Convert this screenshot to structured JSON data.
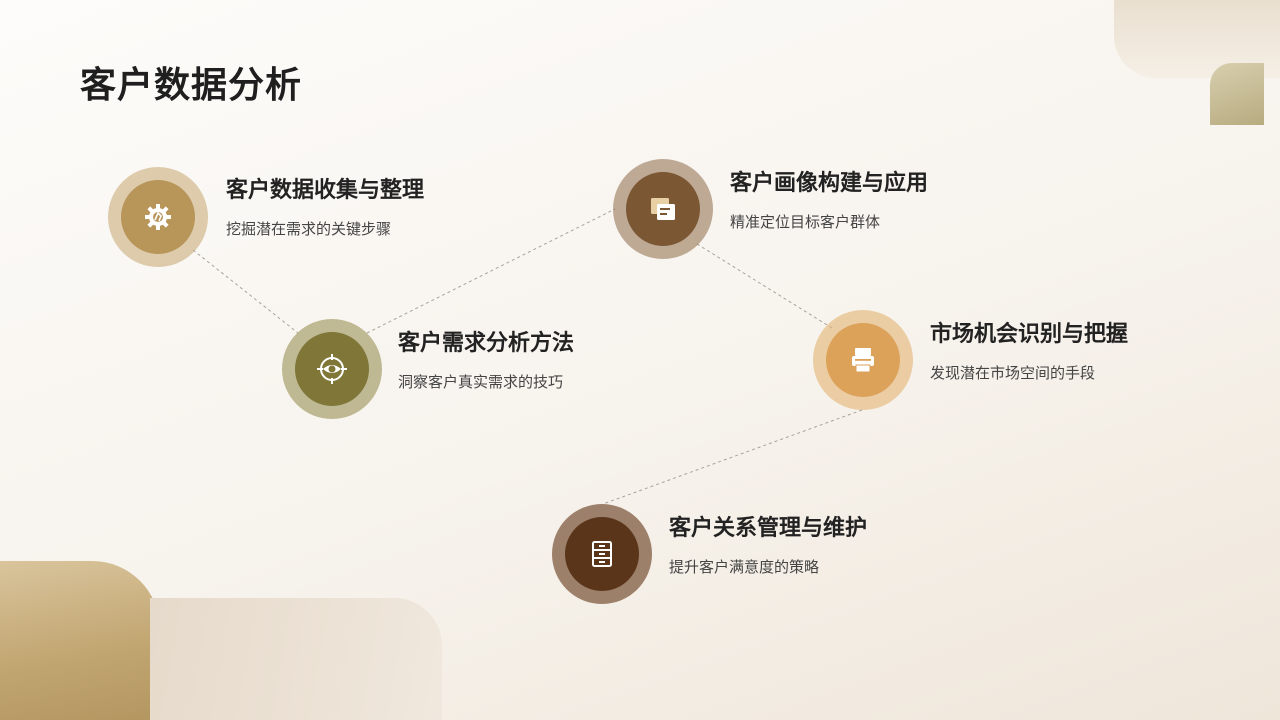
{
  "title": "客户数据分析",
  "items": [
    {
      "heading": "客户数据收集与整理",
      "sub": "挖掘潜在需求的关键步骤",
      "icon": "gear-icon",
      "color": "#c5a670"
    },
    {
      "heading": "客户需求分析方法",
      "sub": "洞察客户真实需求的技巧",
      "icon": "target-eye-icon",
      "color": "#8f8647"
    },
    {
      "heading": "客户画像构建与应用",
      "sub": "精准定位目标客户群体",
      "icon": "documents-icon",
      "color": "#8e6a47"
    },
    {
      "heading": "市场机会识别与把握",
      "sub": "发现潜在市场空间的手段",
      "icon": "printer-icon",
      "color": "#e2ad68"
    },
    {
      "heading": "客户关系管理与维护",
      "sub": "提升客户满意度的策略",
      "icon": "cabinet-icon",
      "color": "#6b4326"
    }
  ]
}
